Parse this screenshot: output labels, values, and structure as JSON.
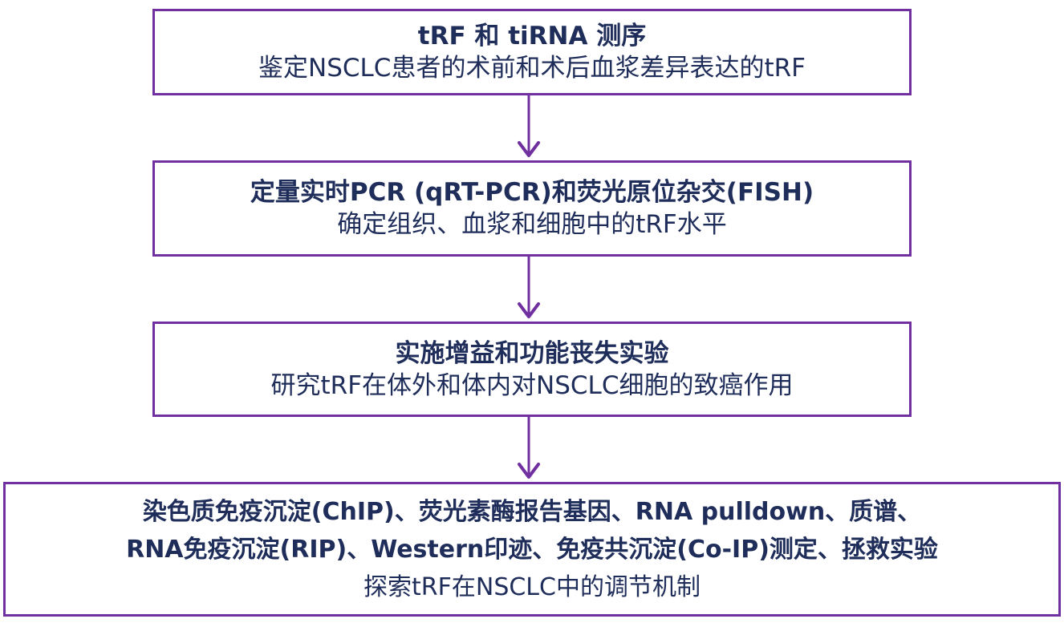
{
  "colors": {
    "border": "#7030a0",
    "arrow": "#7030a0",
    "text": "#1f2d5a"
  },
  "steps": [
    {
      "title": "tRF 和 tiRNA 测序",
      "desc": "鉴定NSCLC患者的术前和术后血浆差异表达的tRF"
    },
    {
      "title": "定量实时PCR (qRT-PCR)和荧光原位杂交(FISH)",
      "desc": "确定组织、血浆和细胞中的tRF水平"
    },
    {
      "title": "实施增益和功能丧失实验",
      "desc": "研究tRF在体外和体内对NSCLC细胞的致癌作用"
    },
    {
      "title_line1": "染色质免疫沉淀(ChIP)、荧光素酶报告基因、RNA pulldown、质谱、",
      "title_line2": "RNA免疫沉淀(RIP)、Western印迹、免疫共沉淀(Co-IP)测定、拯救实验",
      "desc": "探索tRF在NSCLC中的调节机制"
    }
  ]
}
